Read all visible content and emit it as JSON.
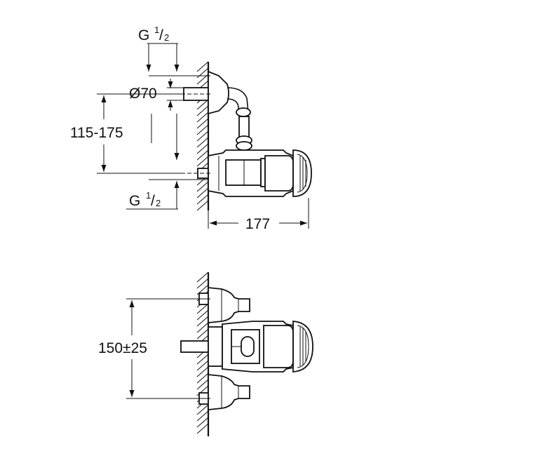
{
  "labels": {
    "thread_top": "G",
    "thread_top_frac_num": "1",
    "thread_top_frac_den": "2",
    "diameter": "Ø70",
    "height_range": "115-175",
    "thread_bottom": "G",
    "thread_bottom_frac_num": "1",
    "thread_bottom_frac_den": "2",
    "depth": "177",
    "spacing": "150±25"
  },
  "colors": {
    "line": "#111111",
    "background": "#ffffff"
  }
}
